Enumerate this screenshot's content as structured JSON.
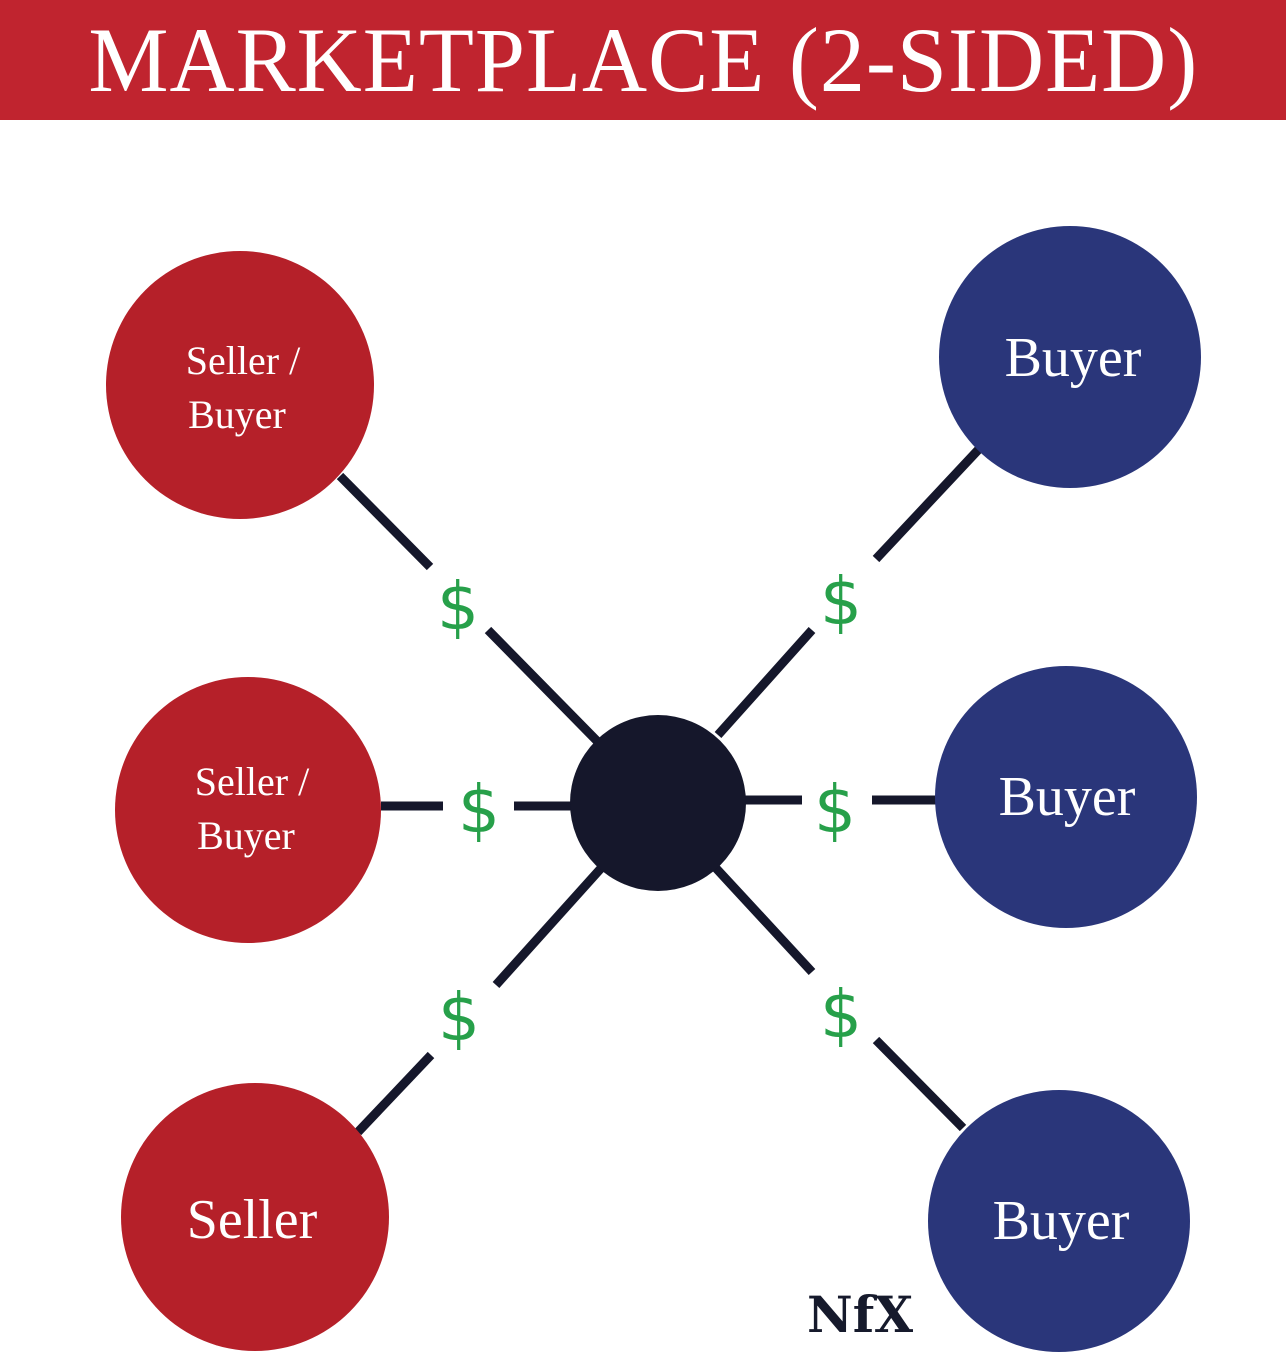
{
  "header": {
    "title": "MARKETPLACE (2-SIDED)",
    "background_color": "#c0242f",
    "text_color": "#ffffff"
  },
  "colors": {
    "seller_node": "#b52029",
    "buyer_node": "#2a367a",
    "hub_node": "#15172b",
    "edge": "#15172b",
    "dollar": "#27a04a"
  },
  "hub": {
    "label": ""
  },
  "left_nodes": [
    {
      "line1": "Seller /",
      "line2": "Buyer"
    },
    {
      "line1": "Seller /",
      "line2": "Buyer"
    },
    {
      "line1": "Seller",
      "line2": ""
    }
  ],
  "right_nodes": [
    {
      "label": "Buyer"
    },
    {
      "label": "Buyer"
    },
    {
      "label": "Buyer"
    }
  ],
  "edges": [
    {
      "from": "left_nodes.0",
      "to": "hub",
      "symbol": "$"
    },
    {
      "from": "left_nodes.1",
      "to": "hub",
      "symbol": "$"
    },
    {
      "from": "left_nodes.2",
      "to": "hub",
      "symbol": "$"
    },
    {
      "from": "right_nodes.0",
      "to": "hub",
      "symbol": "$"
    },
    {
      "from": "right_nodes.1",
      "to": "hub",
      "symbol": "$"
    },
    {
      "from": "right_nodes.2",
      "to": "hub",
      "symbol": "$"
    }
  ],
  "logo": {
    "text": "NfX"
  }
}
